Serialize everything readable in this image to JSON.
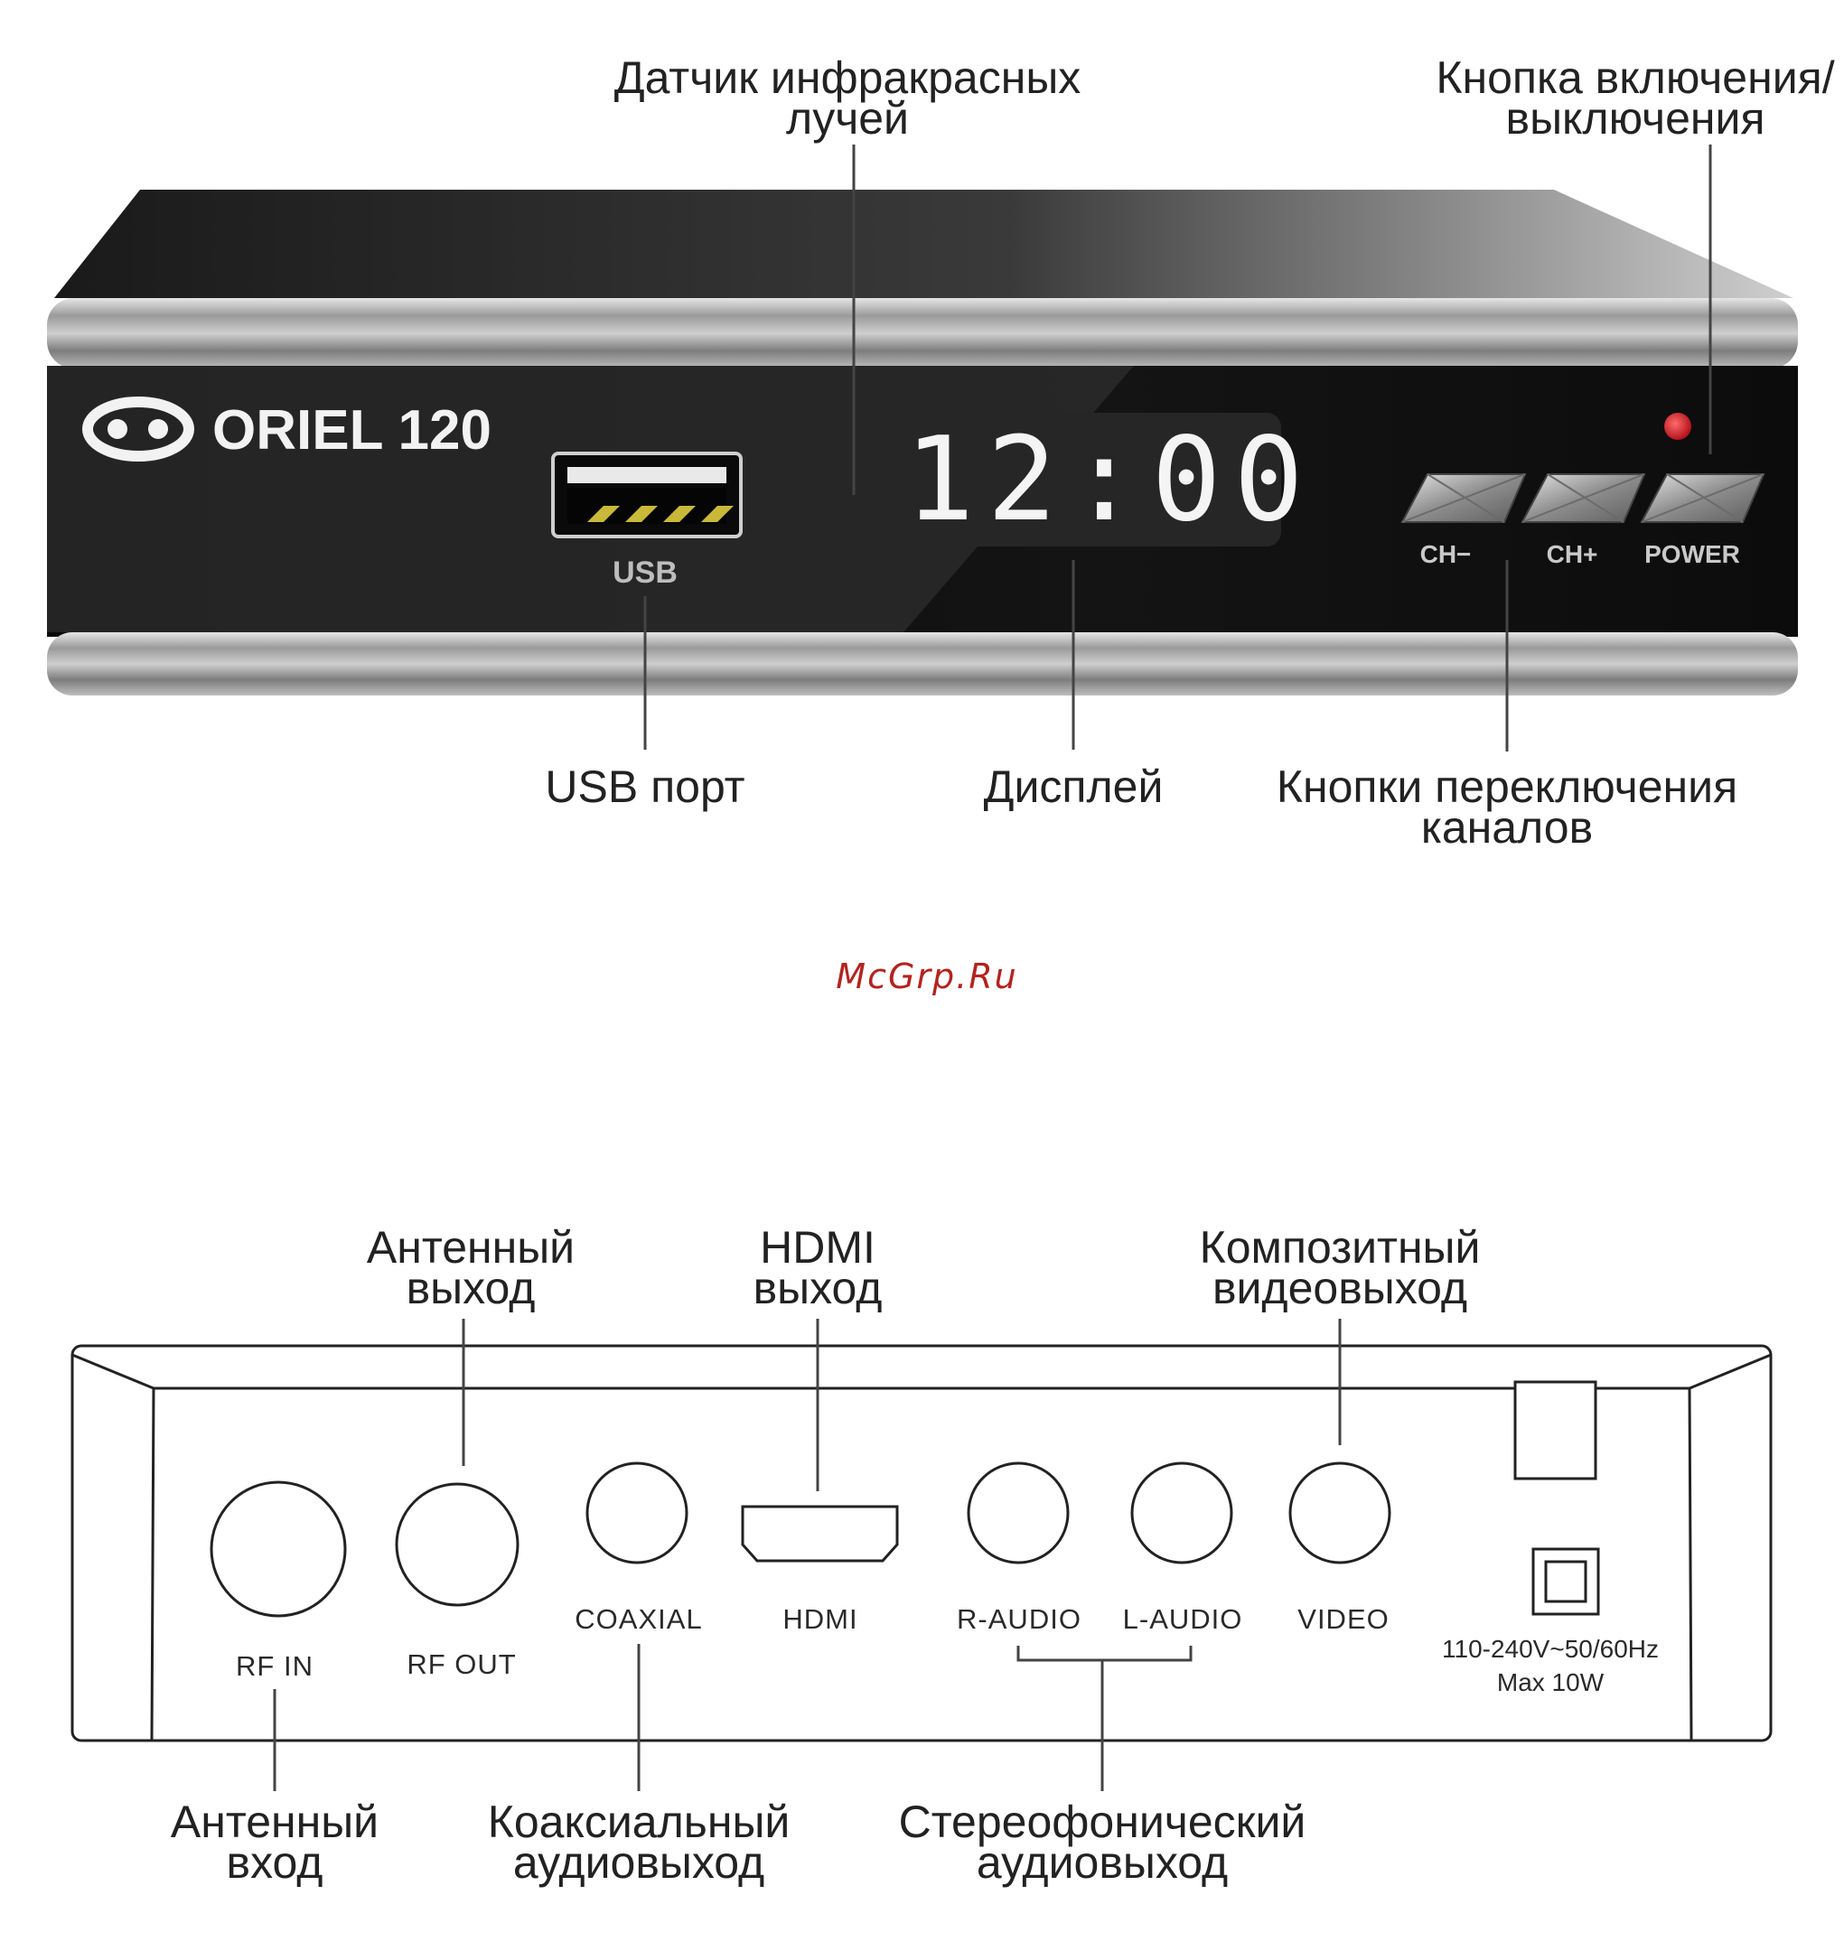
{
  "front": {
    "logo_text": "ORIEL 120",
    "display_time": "12:00",
    "usb_label": "USB",
    "buttons": [
      "CH−",
      "CH+",
      "POWER"
    ],
    "callouts": {
      "ir_sensor": [
        "Датчик инфракрасных",
        "лучей"
      ],
      "power_button": [
        "Кнопка включения/",
        "выключения"
      ],
      "usb_port": [
        "USB порт"
      ],
      "display": [
        "Дисплей"
      ],
      "channel_buttons": [
        "Кнопки переключения",
        "каналов"
      ]
    }
  },
  "watermark": "McGrp.Ru",
  "rear": {
    "ports": {
      "rf_in": "RF IN",
      "rf_out": "RF OUT",
      "coaxial": "COAXIAL",
      "hdmi": "HDMI",
      "r_audio": "R-AUDIO",
      "l_audio": "L-AUDIO",
      "video": "VIDEO"
    },
    "power_spec": [
      "110-240V~50/60Hz",
      "Max 10W"
    ],
    "callouts": {
      "antenna_out": [
        "Антенный",
        "выход"
      ],
      "hdmi_out": [
        "HDMI",
        "выход"
      ],
      "composite_video": [
        "Композитный",
        "видеовыход"
      ],
      "antenna_in": [
        "Антенный",
        "вход"
      ],
      "coaxial_audio": [
        "Коаксиальный",
        "аудиовыход"
      ],
      "stereo_audio": [
        "Стереофонический",
        "аудиовыход"
      ]
    }
  },
  "colors": {
    "device_body": "#0d0d0d",
    "silver_trim": "#9a9a9a",
    "power_led": "#d4202a",
    "watermark": "#b3231f"
  }
}
